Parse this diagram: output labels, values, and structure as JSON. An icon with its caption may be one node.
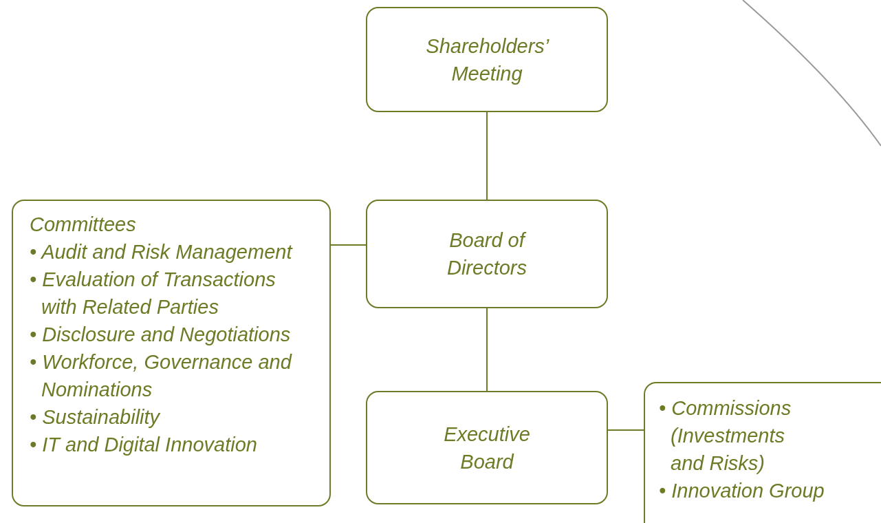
{
  "diagram": {
    "nodes": [
      {
        "text": [
          "Shareholders’ Meeting"
        ]
      },
      {
        "text": [
          "Board of Directors"
        ]
      },
      {
        "text": [
          "Committees",
          "• Audit and Risk Management",
          "• Evaluation of Transactions with Related Parties",
          "• Disclosure and Negotiations",
          "• Workforce, Governance and Nominations",
          "• Sustainability",
          "• IT and Digital Innovation"
        ]
      },
      {
        "text": [
          "Executive Board"
        ]
      },
      {
        "text": [
          "• Commissions (Investments and Risks)",
          "• Innovation Group"
        ]
      }
    ],
    "edges": [
      {
        "from": 0,
        "to": 1,
        "arrow": "none"
      },
      {
        "from": 2,
        "to": 1,
        "arrow": "none"
      },
      {
        "from": 1,
        "to": 3,
        "arrow": "none"
      },
      {
        "from": 3,
        "to": 4,
        "arrow": "none"
      }
    ]
  }
}
